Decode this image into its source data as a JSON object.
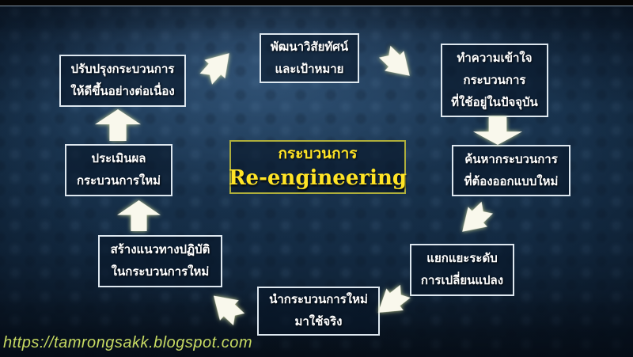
{
  "slide": {
    "title_box": {
      "line_thai": "กระบวนการ",
      "line_english": "Re-engineering"
    },
    "watermark": "https://tamrongsakk.blogspot.com",
    "colors": {
      "background": "#142a42",
      "box_border": "#dde7ef",
      "box_fill": "rgba(8,22,40,0.62)",
      "center_border": "#aeae3c",
      "yellow_text": "#ffe426",
      "arrow_fill": "#f9f8ec",
      "watermark": "#c7da62",
      "top_bar": "#050505",
      "top_line": "#9fb4c6"
    }
  },
  "steps": [
    {
      "id": "develop-vision",
      "lines": [
        "พัฒนาวิสัยทัศน์",
        "และเป้าหมาย"
      ]
    },
    {
      "id": "understand-current-process",
      "lines": [
        "ทำความเข้าใจ",
        "กระบวนการ",
        "ที่ใช้อยู่ในปัจจุบัน"
      ]
    },
    {
      "id": "find-process-to-redesign",
      "lines": [
        "ค้นหากระบวนการ",
        "ที่ต้องออกแบบใหม่"
      ]
    },
    {
      "id": "classify-change-levels",
      "lines": [
        "แยกแยะระดับ",
        "การเปลี่ยนแปลง"
      ]
    },
    {
      "id": "implement-new-process",
      "lines": [
        "นำกระบวนการใหม่",
        "มาใช้จริง"
      ]
    },
    {
      "id": "create-practice-guidelines",
      "lines": [
        "สร้างแนวทางปฏิบัติ",
        "ในกระบวนการใหม่"
      ]
    },
    {
      "id": "evaluate-new-process",
      "lines": [
        "ประเมินผล",
        "กระบวนการใหม่"
      ]
    },
    {
      "id": "improve-continuously",
      "lines": [
        "ปรับปรุงกระบวนการ",
        "ให้ดีขึ้นอย่างต่อเนื่อง"
      ]
    }
  ],
  "arrows": [
    {
      "name": "flow-arrow-se",
      "from": "develop-vision",
      "to": "understand-current-process"
    },
    {
      "name": "flow-arrow-down",
      "from": "understand-current-process",
      "to": "find-process-to-redesign"
    },
    {
      "name": "flow-arrow-sw",
      "from": "find-process-to-redesign",
      "to": "classify-change-levels"
    },
    {
      "name": "flow-arrow-sw",
      "from": "classify-change-levels",
      "to": "implement-new-process"
    },
    {
      "name": "flow-arrow-nw",
      "from": "implement-new-process",
      "to": "create-practice-guidelines"
    },
    {
      "name": "flow-arrow-up",
      "from": "create-practice-guidelines",
      "to": "evaluate-new-process"
    },
    {
      "name": "flow-arrow-up",
      "from": "evaluate-new-process",
      "to": "improve-continuously"
    },
    {
      "name": "flow-arrow-ne",
      "from": "improve-continuously",
      "to": "develop-vision"
    }
  ]
}
